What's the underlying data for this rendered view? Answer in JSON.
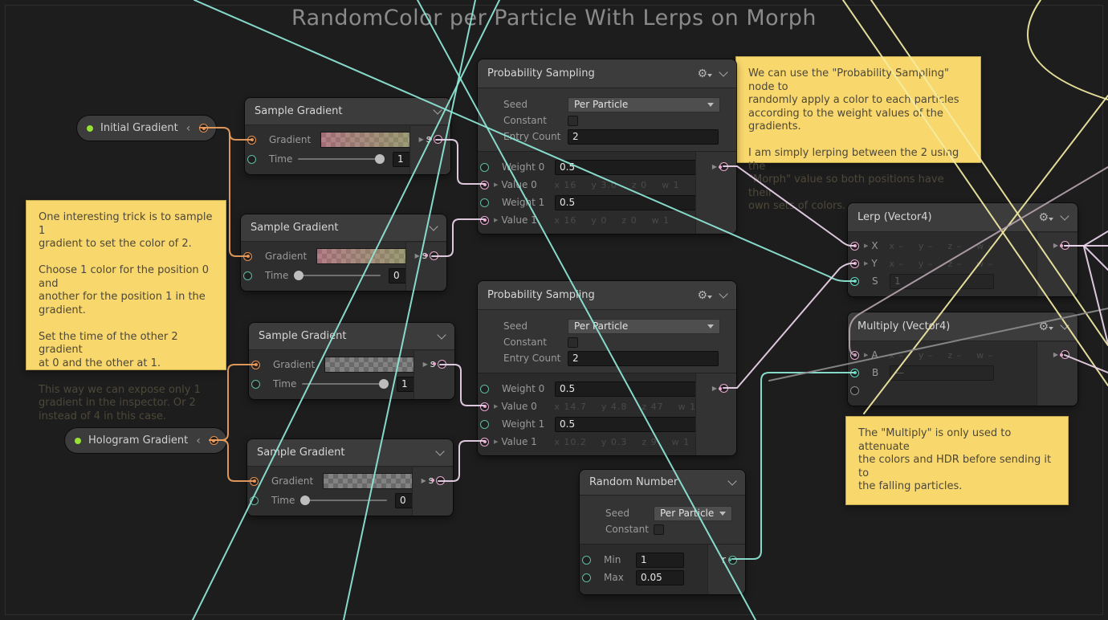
{
  "title": "RandomColor per Particle With Lerps on Morph",
  "icons": {
    "gear": "⚙",
    "collapse_back": "‹",
    "out_arrow": "▶",
    "expander": "▶"
  },
  "pills": {
    "initial": {
      "label": "Initial Gradient"
    },
    "hologram": {
      "label": "Hologram Gradient"
    }
  },
  "sample_gradients": [
    {
      "title": "Sample Gradient",
      "gradient_label": "Gradient",
      "time_label": "Time",
      "time_value": "1",
      "output_label": "s"
    },
    {
      "title": "Sample Gradient",
      "gradient_label": "Gradient",
      "time_label": "Time",
      "time_value": "0",
      "output_label": "s"
    },
    {
      "title": "Sample Gradient",
      "gradient_label": "Gradient",
      "time_label": "Time",
      "time_value": "1",
      "output_label": "s"
    },
    {
      "title": "Sample Gradient",
      "gradient_label": "Gradient",
      "time_label": "Time",
      "time_value": "0",
      "output_label": "s"
    }
  ],
  "probability_sampling": [
    {
      "title": "Probability Sampling",
      "seed_label": "Seed",
      "seed_value": "Per Particle",
      "constant_label": "Constant",
      "entry_count_label": "Entry Count",
      "entry_count_value": "2",
      "weight0_label": "Weight 0",
      "weight0_value": "0.5",
      "value0_label": "Value 0",
      "value0_dim": "x 16    y 3.0    z 0    w 1",
      "weight1_label": "Weight 1",
      "weight1_value": "0.5",
      "value1_label": "Value 1",
      "value1_dim": "x 16    y 0    z 0    w 1"
    },
    {
      "title": "Probability Sampling",
      "seed_label": "Seed",
      "seed_value": "Per Particle",
      "constant_label": "Constant",
      "entry_count_label": "Entry Count",
      "entry_count_value": "2",
      "weight0_label": "Weight 0",
      "weight0_value": "0.5",
      "value0_label": "Value 0",
      "value0_dim": "x 14.7    y 4.8    z 47    w 1",
      "weight1_label": "Weight 1",
      "weight1_value": "0.5",
      "value1_label": "Value 1",
      "value1_dim": "x 10.2    y 0.3    z 9    w 1"
    }
  ],
  "random_number": {
    "title": "Random Number",
    "seed_label": "Seed",
    "seed_value": "Per Particle",
    "constant_label": "Constant",
    "min_label": "Min",
    "min_value": "1",
    "max_label": "Max",
    "max_value": "0.05",
    "output_label": "r"
  },
  "lerp": {
    "title": "Lerp (Vector4)",
    "x_label": "X",
    "x_dim": "x –    y –    z –    w –",
    "y_label": "Y",
    "y_dim": "x –    y –    z –    w –",
    "s_label": "S",
    "s_value": "1"
  },
  "multiply": {
    "title": "Multiply (Vector4)",
    "a_label": "A",
    "a_dim": "x –    y –    z –    w –",
    "b_label": "B",
    "b_value": "—"
  },
  "notes": {
    "left": "One interesting trick is to sample 1\ngradient to set the color of 2.\n\nChoose 1 color for the position 0 and\nanother for the position 1 in the\ngradient.\n\nSet the time of the other 2 gradient\nat 0 and the other at 1.\n\nThis way we can expose only 1\ngradient in the inspector. Or 2\ninstead of 4 in this case.",
    "top_right": "We can use the \"Probability Sampling\" node to\nrandomly apply a color to each particles\naccording to the weight values of the\ngradients.\n\nI am simply lerping between the 2 using the\n\"Morph\" value so both positions have their\nown sets of colors.",
    "bottom_right": "The \"Multiply\" is only used to attenuate\nthe colors and HDR before sending it to\nthe falling particles."
  },
  "colors": {
    "background": "#1d1d1d",
    "node_header": "#3c3c3c",
    "node_body": "#2e2e2e",
    "note_bg": "#f8d76d",
    "note_text": "#4d4839",
    "wire_cyan": "#8fe9d8",
    "wire_yellow": "#f3eda3",
    "wire_pink": "#eed6ee",
    "wire_orange": "#eda15f",
    "port_orange": "#e89050",
    "port_teal": "#5fb9a2",
    "port_pink": "#e9a8cf",
    "port_cyan": "#5fd6c0",
    "exposed_dot_green": "#97e034",
    "title_text": "#8a8a8a"
  }
}
